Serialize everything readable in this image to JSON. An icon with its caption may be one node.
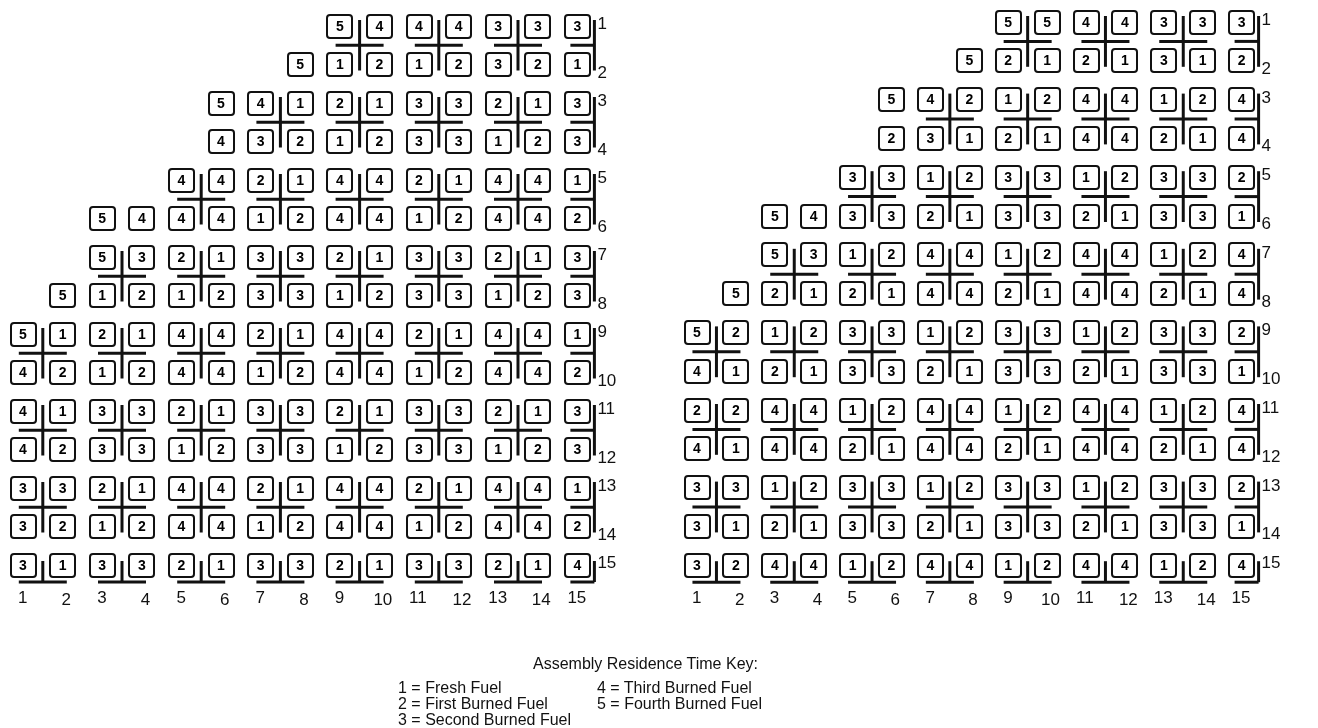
{
  "diagram": {
    "labels": [
      "5",
      "4",
      "4",
      "4",
      "3",
      "3",
      "3",
      "1",
      "5",
      "1",
      "2",
      "1",
      "2",
      "3",
      "2",
      "1",
      "2",
      "5",
      "4",
      "1",
      "2",
      "1",
      "3",
      "3",
      "2",
      "1",
      "3",
      "3",
      "4",
      "3",
      "2",
      "1",
      "2",
      "3",
      "3",
      "1",
      "2",
      "3",
      "4",
      "4",
      "4",
      "2",
      "1",
      "4",
      "4",
      "2",
      "1",
      "4",
      "4",
      "1",
      "5",
      "5",
      "4",
      "4",
      "4",
      "1",
      "2",
      "4",
      "4",
      "1",
      "2",
      "4",
      "4",
      "2",
      "6",
      "5",
      "3",
      "2",
      "1",
      "3",
      "3",
      "2",
      "1",
      "3",
      "3",
      "2",
      "1",
      "3",
      "7",
      "5",
      "1",
      "2",
      "1",
      "2",
      "3",
      "3",
      "1",
      "2",
      "3",
      "3",
      "1",
      "2",
      "3",
      "8",
      "5",
      "1",
      "2",
      "1",
      "4",
      "4",
      "2",
      "1",
      "4",
      "4",
      "2",
      "1",
      "4",
      "4",
      "1",
      "9",
      "4",
      "2",
      "1",
      "2",
      "4",
      "4",
      "1",
      "2",
      "4",
      "4",
      "1",
      "2",
      "4",
      "4",
      "2",
      "10",
      "4",
      "1",
      "3",
      "3",
      "2",
      "1",
      "3",
      "3",
      "2",
      "1",
      "3",
      "3",
      "2",
      "1",
      "3",
      "11",
      "4",
      "2",
      "3",
      "3",
      "1",
      "2",
      "3",
      "3",
      "1",
      "2",
      "3",
      "3",
      "1",
      "2",
      "3",
      "12",
      "3",
      "3",
      "2",
      "1",
      "4",
      "4",
      "2",
      "1",
      "4",
      "4",
      "2",
      "1",
      "4",
      "4",
      "1",
      "13",
      "3",
      "2",
      "1",
      "2",
      "4",
      "4",
      "1",
      "2",
      "4",
      "4",
      "1",
      "2",
      "4",
      "4",
      "2",
      "14",
      "3",
      "1",
      "3",
      "3",
      "2",
      "1",
      "3",
      "3",
      "2",
      "1",
      "3",
      "3",
      "2",
      "1",
      "4",
      "15",
      "1",
      "2",
      "3",
      "4",
      "5",
      "6",
      "7",
      "8",
      "9",
      "10",
      "11",
      "12",
      "13",
      "14",
      "15",
      "5",
      "5",
      "4",
      "4",
      "3",
      "3",
      "3",
      "1",
      "5",
      "2",
      "1",
      "2",
      "1",
      "3",
      "1",
      "2",
      "2",
      "5",
      "4",
      "2",
      "1",
      "2",
      "4",
      "4",
      "1",
      "2",
      "4",
      "3",
      "2",
      "3",
      "1",
      "2",
      "1",
      "4",
      "4",
      "2",
      "1",
      "4",
      "4",
      "3",
      "3",
      "1",
      "2",
      "3",
      "3",
      "1",
      "2",
      "3",
      "3",
      "2",
      "5",
      "5",
      "4",
      "3",
      "3",
      "2",
      "1",
      "3",
      "3",
      "2",
      "1",
      "3",
      "3",
      "1",
      "6",
      "5",
      "3",
      "1",
      "2",
      "4",
      "4",
      "1",
      "2",
      "4",
      "4",
      "1",
      "2",
      "4",
      "7",
      "5",
      "2",
      "1",
      "2",
      "1",
      "4",
      "4",
      "2",
      "1",
      "4",
      "4",
      "2",
      "1",
      "4",
      "8",
      "5",
      "2",
      "1",
      "2",
      "3",
      "3",
      "1",
      "2",
      "3",
      "3",
      "1",
      "2",
      "3",
      "3",
      "2",
      "9",
      "4",
      "1",
      "2",
      "1",
      "3",
      "3",
      "2",
      "1",
      "3",
      "3",
      "2",
      "1",
      "3",
      "3",
      "1",
      "10",
      "2",
      "2",
      "4",
      "4",
      "1",
      "2",
      "4",
      "4",
      "1",
      "2",
      "4",
      "4",
      "1",
      "2",
      "4",
      "11",
      "4",
      "1",
      "4",
      "4",
      "2",
      "1",
      "4",
      "4",
      "2",
      "1",
      "4",
      "4",
      "2",
      "1",
      "4",
      "12",
      "3",
      "3",
      "1",
      "2",
      "3",
      "3",
      "1",
      "2",
      "3",
      "3",
      "1",
      "2",
      "3",
      "3",
      "2",
      "13",
      "3",
      "1",
      "2",
      "1",
      "3",
      "3",
      "2",
      "1",
      "3",
      "3",
      "2",
      "1",
      "3",
      "3",
      "1",
      "14",
      "3",
      "2",
      "4",
      "4",
      "1",
      "2",
      "4",
      "4",
      "1",
      "2",
      "4",
      "4",
      "1",
      "2",
      "4",
      "15",
      "1",
      "2",
      "3",
      "4",
      "5",
      "6",
      "7",
      "8",
      "9",
      "10",
      "11",
      "12",
      "13",
      "14",
      "15",
      "Assembly Residence Time Key:",
      "1 = Fresh Fuel",
      "4 = Third Burned Fuel",
      "2 = First Burned Fuel",
      "5 = Fourth Burned Fuel",
      "3 = Second Burned Fuel"
    ]
  }
}
